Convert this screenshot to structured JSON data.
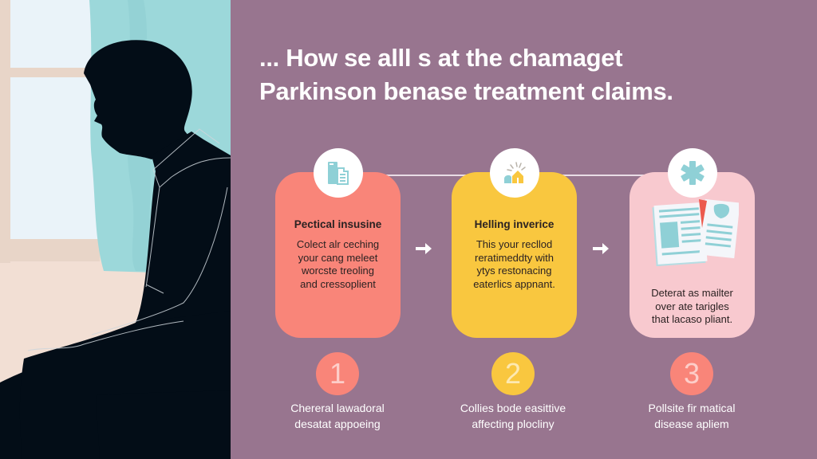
{
  "colors": {
    "background": "#98758f",
    "card1": "#f98579",
    "card2": "#f9c73f",
    "card3": "#f8c9cf",
    "icon_teal": "#8fd0d6",
    "silhouette": "#030d17"
  },
  "header": {
    "title_line1": "... How se alll s at the chamaget",
    "title_line2": "Parkinson benase treatment claims."
  },
  "cards": [
    {
      "icon": "document-stack-icon",
      "title": "Pectical insusine",
      "body": [
        "Colect alr ceching",
        "your cang meleet",
        "worcste treoling",
        "and cressoplient"
      ]
    },
    {
      "icon": "house-sunrise-icon",
      "title": "Helling inverice",
      "body": [
        "This your recllod",
        "reratimeddty with",
        "ytys restonacing",
        "eaterlics appnant."
      ]
    },
    {
      "icon": "medical-asterisk-icon",
      "title": "",
      "image": "medical-documents-icon",
      "body": [
        "Deterat as mailter",
        "over ate tarigles",
        "that lacaso pliant."
      ]
    }
  ],
  "steps": [
    {
      "number": "1",
      "label_line1": "Chereral lawadoral",
      "label_line2": "desatat appoeing"
    },
    {
      "number": "2",
      "label_line1": "Collies bode easittive",
      "label_line2": "affecting plocliny"
    },
    {
      "number": "3",
      "label_line1": "Pollsite fir matical",
      "label_line2": "disease apliem"
    }
  ],
  "illustration": {
    "subject": "silhouette of seated man by window",
    "elements": [
      "window-frame",
      "teal-curtain",
      "person-silhouette"
    ]
  }
}
